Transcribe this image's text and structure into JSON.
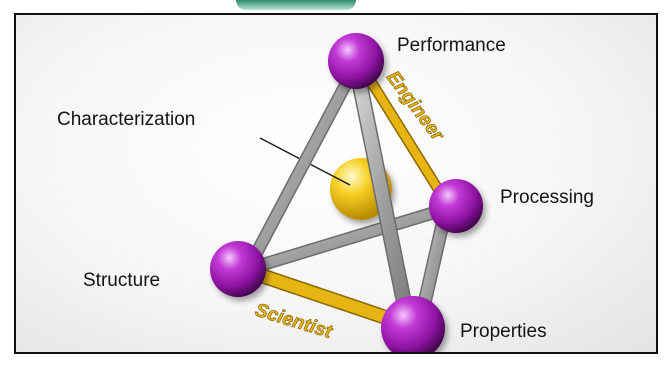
{
  "diagram": {
    "nodes": {
      "performance": "Performance",
      "processing": "Processing",
      "structure": "Structure",
      "properties": "Properties",
      "characterization": "Characterization"
    },
    "edge_labels": {
      "engineer": "Engineer",
      "scientist": "Scientist"
    },
    "colors": {
      "sphere_purple": "#a21fb6",
      "sphere_yellow": "#f2c518",
      "rod_gray": "#a8a8a8",
      "rod_gold": "#e2b10e",
      "label_gold": "#e6b415"
    }
  }
}
